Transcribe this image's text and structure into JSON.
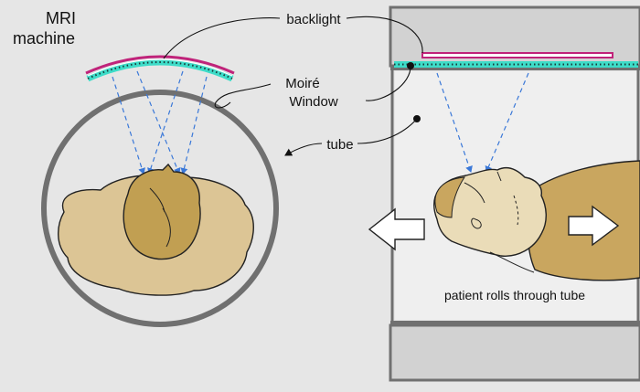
{
  "title": "MRI machine",
  "labels": {
    "backlight": "backlight",
    "moire_line1": "Moiré",
    "moire_line2": "Window",
    "tube": "tube",
    "patient": "patient rolls through tube"
  },
  "colors": {
    "background": "#e6e6e6",
    "tube_ring": "#707070",
    "backlight": "#c0237a",
    "moire_window": "#3ddcc8",
    "rays": "#3a78d8",
    "skin_light": "#dcc595",
    "skin_dark": "#c19f52",
    "tube_wall": "#d2d2d2",
    "tube_interior": "#efefef"
  },
  "icons": {
    "left_arrow": "arrow-left-icon",
    "right_arrow": "arrow-right-icon"
  }
}
